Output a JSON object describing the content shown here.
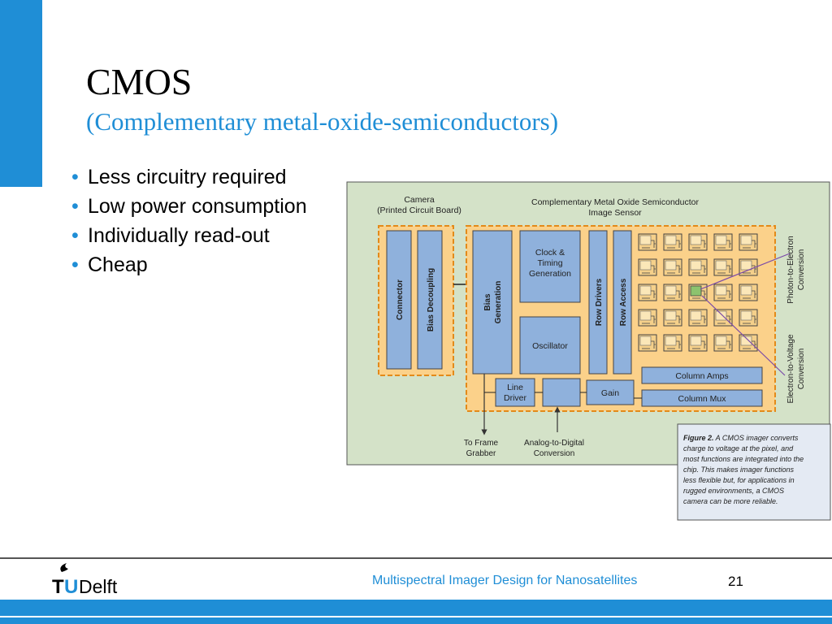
{
  "slide": {
    "title": "CMOS",
    "subtitle": "(Complementary metal-oxide-semiconductors)",
    "bullets": [
      "Less circuitry required",
      "Low power consumption",
      "Individually read-out",
      "Cheap"
    ],
    "footer_text": "Multispectral Imager Design for Nanosatellites",
    "page_number": "21",
    "logo_text": "TUDelft",
    "accent_color": "#1f8ed6"
  },
  "diagram": {
    "camera_label_1": "Camera",
    "camera_label_2": "(Printed Circuit Board)",
    "sensor_label_1": "Complementary Metal Oxide Semiconductor",
    "sensor_label_2": "Image Sensor",
    "connector": "Connector",
    "bias_decoupling": "Bias Decoupling",
    "bias_generation_1": "Bias",
    "bias_generation_2": "Generation",
    "clock_1": "Clock &",
    "clock_2": "Timing",
    "clock_3": "Generation",
    "oscillator": "Oscillator",
    "row_drivers": "Row Drivers",
    "row_access": "Row Access",
    "column_amps": "Column Amps",
    "column_mux": "Column Mux",
    "gain": "Gain",
    "line_driver_1": "Line",
    "line_driver_2": "Driver",
    "to_frame_1": "To Frame",
    "to_frame_2": "Grabber",
    "adc_1": "Analog-to-Digital",
    "adc_2": "Conversion",
    "photon_1": "Photon-to-Electron",
    "photon_2": "Conversion",
    "electron_1": "Electron-to-Voltage",
    "electron_2": "Conversion",
    "caption_bold": "Figure 2.",
    "caption_lines": [
      " A CMOS imager converts",
      "charge to voltage at the pixel, and",
      "most functions are integrated into the",
      "chip. This makes imager functions",
      "less flexible but, for applications in",
      "rugged environments, a CMOS",
      "camera can be more reliable."
    ],
    "colors": {
      "background": "#d4e2c8",
      "block": "#8fb1dc",
      "dashed_region": "#fbd18a",
      "dashed_stroke": "#e38a1a",
      "caption_bg": "#e4eaf3",
      "pointer": "#7a4aa8",
      "highlight_pixel": "#8cc36e"
    }
  }
}
